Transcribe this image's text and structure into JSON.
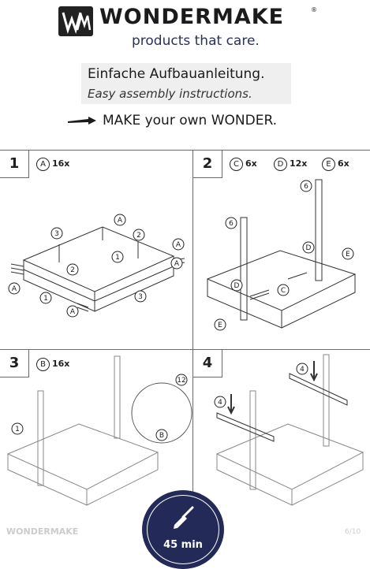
{
  "header": {
    "brand": "WONDERMAKE",
    "reg": "®",
    "tagline": "products that care.",
    "title_de": "Einfache Aufbauanleitung.",
    "title_en": "Easy assembly instructions.",
    "make_line": "MAKE your own WONDER."
  },
  "steps": [
    {
      "number": "1",
      "parts": [
        {
          "id": "A",
          "qty": "16x"
        }
      ]
    },
    {
      "number": "2",
      "parts": [
        {
          "id": "C",
          "qty": "6x"
        },
        {
          "id": "D",
          "qty": "12x"
        },
        {
          "id": "E",
          "qty": "6x"
        }
      ]
    },
    {
      "number": "3",
      "parts": [
        {
          "id": "B",
          "qty": "16x"
        }
      ]
    },
    {
      "number": "4",
      "parts": []
    }
  ],
  "callouts": {
    "s1": [
      "A",
      "3",
      "2",
      "1",
      "A",
      "A",
      "2",
      "A",
      "1",
      "A",
      "3"
    ],
    "s2": [
      "6",
      "6",
      "D",
      "E",
      "C",
      "D",
      "E"
    ],
    "s3": [
      "12",
      "1",
      "B"
    ],
    "s4": [
      "4",
      "4"
    ]
  },
  "footer": {
    "logo": "WONDERMAKE",
    "page": "6/10",
    "time": "45 min"
  },
  "colors": {
    "navy": "#232a58",
    "line": "#6a6a6a",
    "dark": "#1b1b1b"
  }
}
